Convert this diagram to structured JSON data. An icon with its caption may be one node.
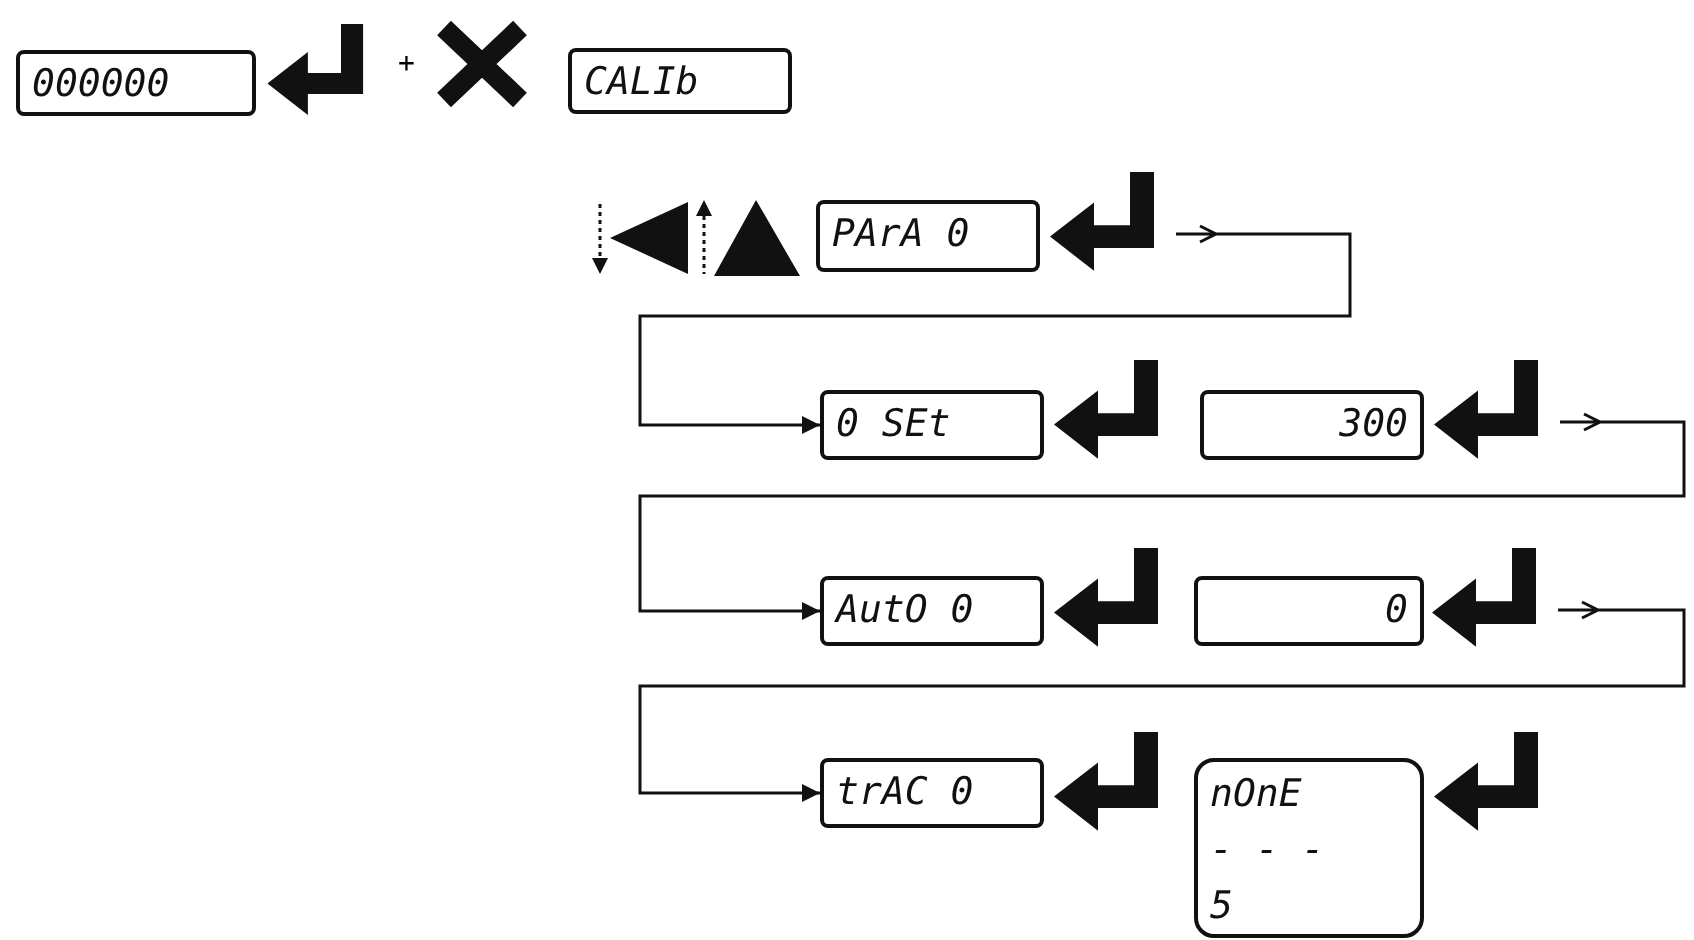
{
  "diagram": {
    "nodes": [
      {
        "text": [
          "000000"
        ]
      },
      {
        "text": [],
        "shape": "picture"
      },
      {
        "text": [
          "CALIb"
        ]
      },
      {
        "text": [
          "PArA 0"
        ]
      },
      {
        "text": [],
        "shape": "picture"
      },
      {
        "text": [
          "0 SEt"
        ]
      },
      {
        "text": [],
        "shape": "picture"
      },
      {
        "text": [
          "300"
        ]
      },
      {
        "text": [],
        "shape": "picture"
      },
      {
        "text": [
          "AutO 0"
        ]
      },
      {
        "text": [],
        "shape": "picture"
      },
      {
        "text": [
          "0"
        ]
      },
      {
        "text": [],
        "shape": "picture"
      },
      {
        "text": [
          "trAC 0"
        ]
      },
      {
        "text": [],
        "shape": "picture"
      },
      {
        "text": [
          "nOnE",
          "- - -",
          "5"
        ]
      },
      {
        "text": [],
        "shape": "picture"
      }
    ],
    "edges": [
      {
        "from": 4,
        "to": 5,
        "arrow": "to"
      },
      {
        "from": 8,
        "to": 9,
        "arrow": "to"
      },
      {
        "from": 12,
        "to": 13,
        "arrow": "to"
      }
    ],
    "labels": [
      "+"
    ]
  }
}
